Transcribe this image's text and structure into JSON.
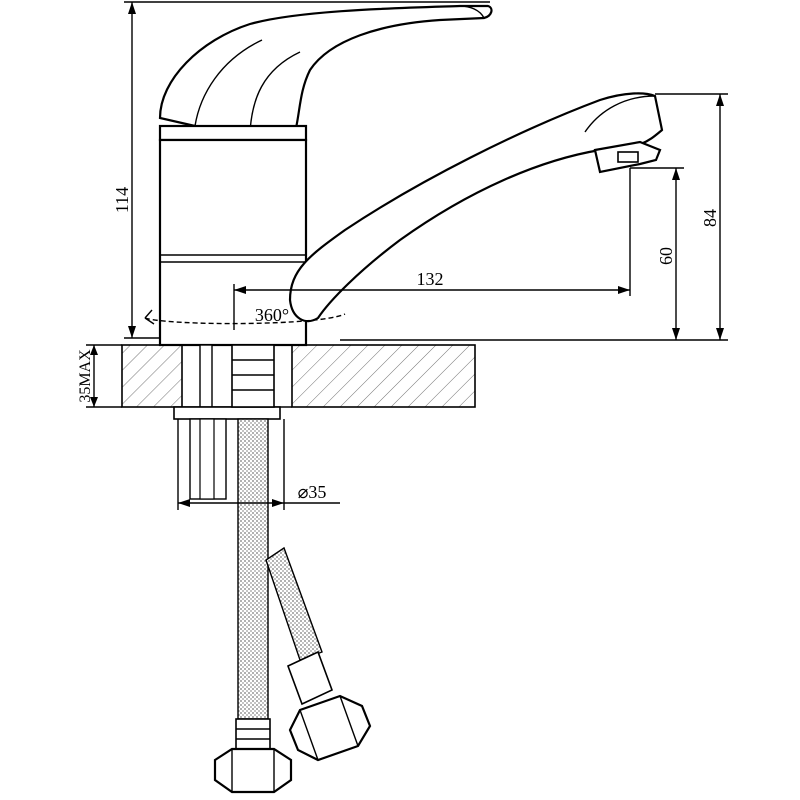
{
  "dimensions": {
    "total_height": "114",
    "spout_height": "84",
    "outlet_height": "60",
    "spout_reach": "132",
    "rotation": "360°",
    "max_counter_thickness": "35MAX",
    "hole_diameter": "⌀35"
  },
  "colors": {
    "line": "#000000",
    "background": "#ffffff",
    "hatch": "#777777",
    "hose_braid": "#8a8a8a"
  }
}
